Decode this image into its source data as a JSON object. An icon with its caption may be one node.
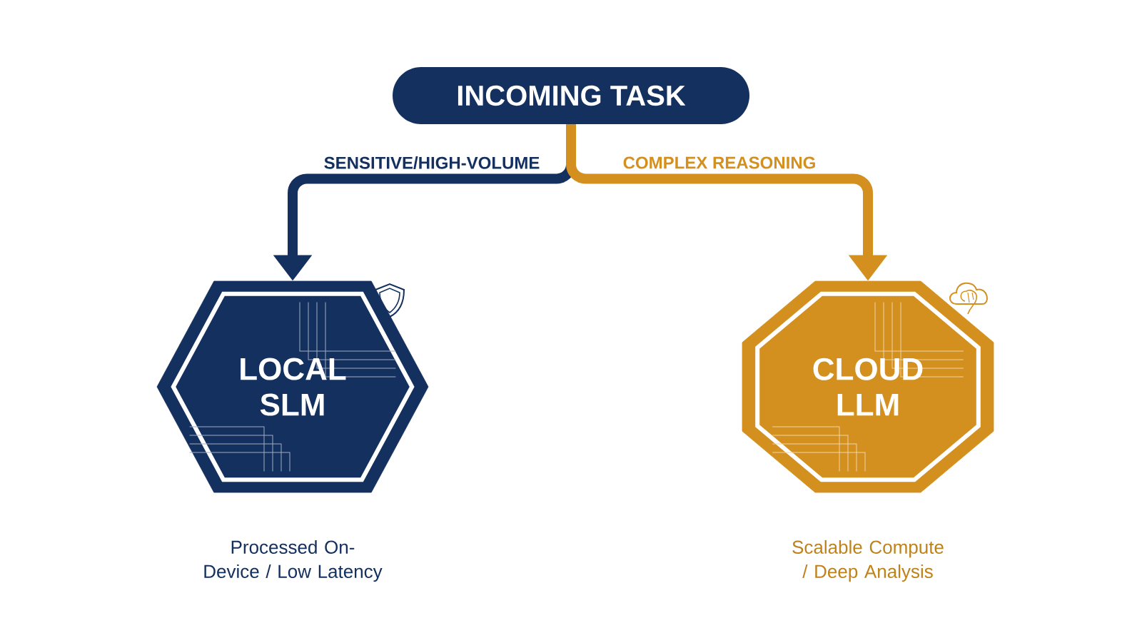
{
  "diagram": {
    "nodes": [
      {
        "text": [
          "INCOMING TASK"
        ]
      },
      {
        "text": [
          "LOCAL SLM"
        ],
        "beside": [
          "Processed On-Device / Low Latency"
        ]
      },
      {
        "text": [
          "CLOUD LLM"
        ],
        "beside": [
          "Scalable Compute / Deep Analysis"
        ]
      }
    ],
    "edges": [
      {
        "from": 0,
        "to": 1,
        "arrow": "to",
        "label": "SENSITIVE/HIGH-VOLUME"
      },
      {
        "from": 0,
        "to": 2,
        "arrow": "to",
        "label": "COMPLEX REASONING",
        "color": "#d4901e"
      }
    ]
  }
}
